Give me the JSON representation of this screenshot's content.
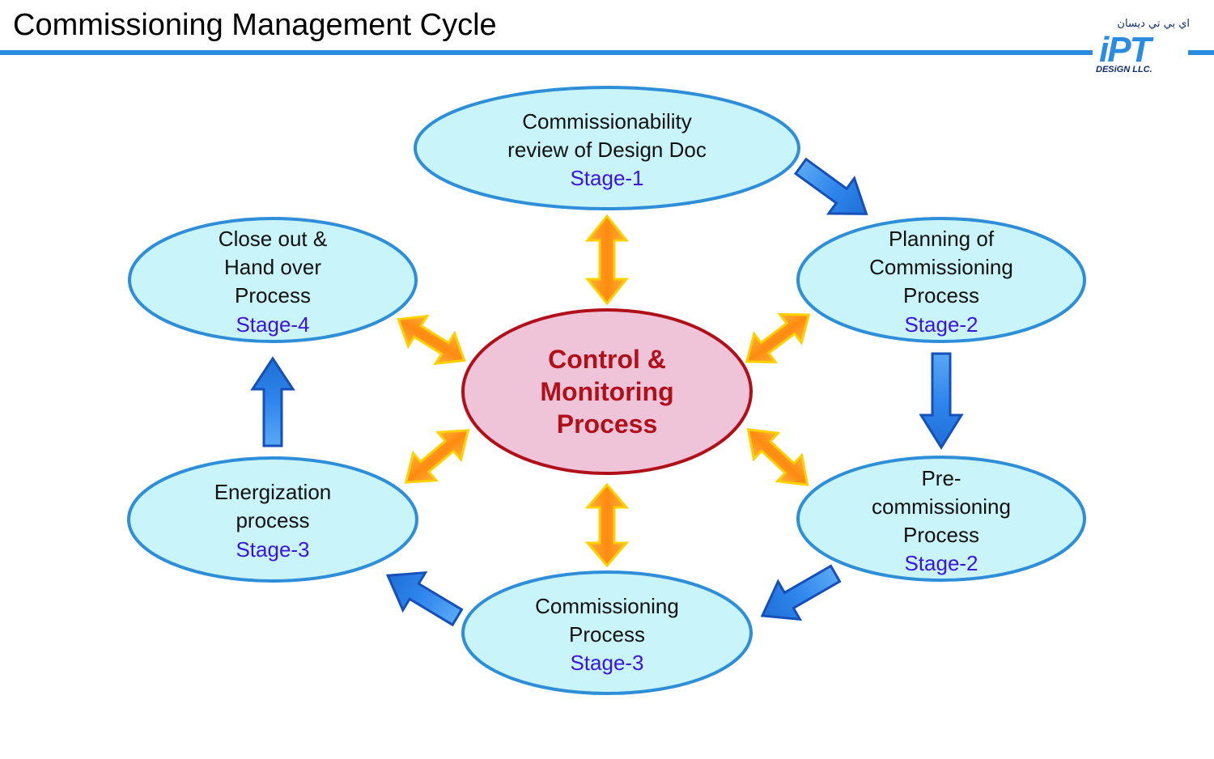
{
  "title": "Commissioning Management Cycle",
  "logo": {
    "arabic_text": "اي بي تي ديسان",
    "mark_text": "iPT",
    "subtitle": "DESiGN LLC."
  },
  "colors": {
    "title_rule": "#2b8be0",
    "stage_node_fill": "#c8f4fa",
    "stage_node_stroke": "#2e8ed8",
    "center_fill": "#f0c4d8",
    "center_stroke": "#b0101a",
    "center_text": "#b0101a",
    "stage_label": "#3a14e0",
    "flow_arrow": "#2e86e8",
    "control_arrow": "#ff9a1a"
  },
  "center": {
    "lines": [
      "Control &",
      "Monitoring",
      "Process"
    ]
  },
  "nodes": {
    "review": {
      "lines": [
        "Commissionability",
        "review of Design Doc"
      ],
      "stage": "Stage-1"
    },
    "planning": {
      "lines": [
        "Planning of",
        "Commissioning",
        "Process"
      ],
      "stage": "Stage-2"
    },
    "precommissioning": {
      "lines": [
        "Pre-",
        "commissioning",
        "Process"
      ],
      "stage": "Stage-2"
    },
    "commissioning": {
      "lines": [
        "Commissioning",
        "Process"
      ],
      "stage": "Stage-3"
    },
    "energization": {
      "lines": [
        "Energization",
        "process"
      ],
      "stage": "Stage-3"
    },
    "closeout": {
      "lines": [
        "Close out &",
        "Hand over",
        "Process"
      ],
      "stage": "Stage-4"
    }
  }
}
